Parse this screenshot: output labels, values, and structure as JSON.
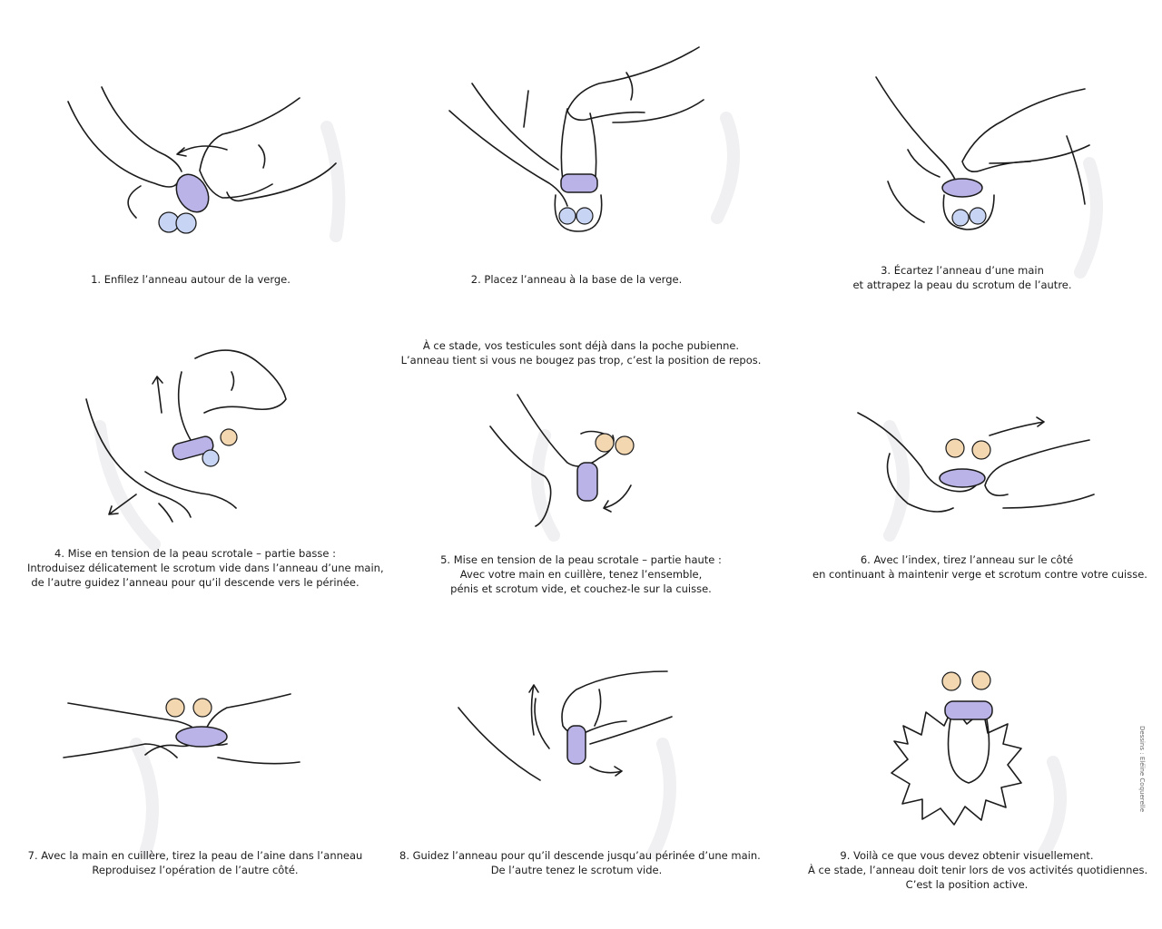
{
  "colors": {
    "ring": "#b9b3e8",
    "ring_stroke": "#7f78c9",
    "testicle_blue": "#c7d4f3",
    "testicle_skin": "#f2d7b0",
    "line": "#1b1b1b"
  },
  "intermission_note": [
    "À ce stade, vos testicules sont déjà dans la poche pubienne.",
    "L’anneau tient si vous ne bougez pas trop, c’est la position de repos."
  ],
  "credit": "Dessins : Eléïne Coquerelle",
  "steps": [
    {
      "number": 1,
      "icons": [
        "hand-icon",
        "hand-icon",
        "ring-icon",
        "testicles-icon",
        "arrow-icon"
      ],
      "caption": [
        "1. Enfilez l’anneau autour de la verge."
      ]
    },
    {
      "number": 2,
      "icons": [
        "hand-icon",
        "hand-icon",
        "ring-icon",
        "testicles-icon"
      ],
      "caption": [
        "2. Placez l’anneau à la base de la verge."
      ]
    },
    {
      "number": 3,
      "icons": [
        "hand-icon",
        "hand-icon",
        "ring-icon",
        "testicles-icon"
      ],
      "caption": [
        "3. Écartez l’anneau d’une main",
        "et attrapez la peau du scrotum de l’autre."
      ]
    },
    {
      "number": 4,
      "icons": [
        "hand-icon",
        "hand-icon",
        "ring-icon",
        "testicles-icon",
        "arrow-icon"
      ],
      "caption": [
        "4. Mise en tension de la peau scrotale – partie basse :",
        "Introduisez délicatement le scrotum vide dans l’anneau d’une main,",
        "de l’autre guidez l’anneau pour qu’il descende vers le périnée."
      ]
    },
    {
      "number": 5,
      "icons": [
        "hand-icon",
        "ring-icon",
        "testicles-icon",
        "arrow-icon"
      ],
      "caption": [
        "5. Mise en tension de la peau scrotale – partie haute :",
        "Avec votre main en cuillère, tenez l’ensemble,",
        "pénis et scrotum vide, et couchez-le sur la cuisse."
      ]
    },
    {
      "number": 6,
      "icons": [
        "hand-icon",
        "hand-icon",
        "ring-icon",
        "testicles-icon",
        "arrow-icon"
      ],
      "caption": [
        "6. Avec l’index, tirez l’anneau sur le côté",
        "en continuant à maintenir verge et scrotum contre votre cuisse."
      ]
    },
    {
      "number": 7,
      "icons": [
        "hand-icon",
        "hand-icon",
        "ring-icon",
        "testicles-icon"
      ],
      "caption": [
        "7. Avec la main en cuillère, tirez la peau de l’aine dans l’anneau",
        "Reproduisez l’opération de l’autre côté."
      ]
    },
    {
      "number": 8,
      "icons": [
        "hand-icon",
        "hand-icon",
        "ring-icon",
        "arrow-icon"
      ],
      "caption": [
        "8. Guidez l’anneau pour qu’il descende jusqu’au périnée d’une main.",
        "De l’autre tenez le scrotum vide."
      ]
    },
    {
      "number": 9,
      "icons": [
        "ring-icon",
        "testicles-icon",
        "starburst-icon"
      ],
      "caption": [
        "9. Voilà ce que vous devez obtenir visuellement.",
        "À ce stade, l’anneau doit tenir lors de vos activités quotidiennes.",
        "C’est la position active."
      ]
    }
  ]
}
